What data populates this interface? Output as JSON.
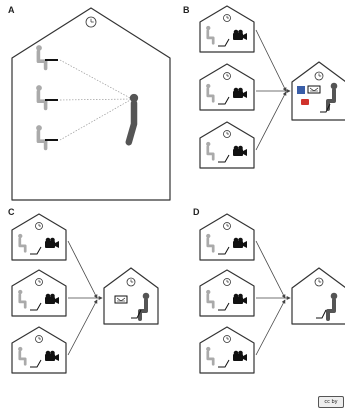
{
  "panels": [
    {
      "id": "A",
      "label": "A"
    },
    {
      "id": "B",
      "label": "B"
    },
    {
      "id": "C",
      "label": "C"
    },
    {
      "id": "D",
      "label": "D"
    }
  ],
  "license": {
    "text": "cc by"
  },
  "colors": {
    "outline": "#333333",
    "student": "#aaaaaa",
    "teacher": "#555555",
    "arrow": "#444444",
    "dotted": "#999999",
    "screen_blue": "#3a5ea8",
    "screen_red": "#d0322c"
  }
}
